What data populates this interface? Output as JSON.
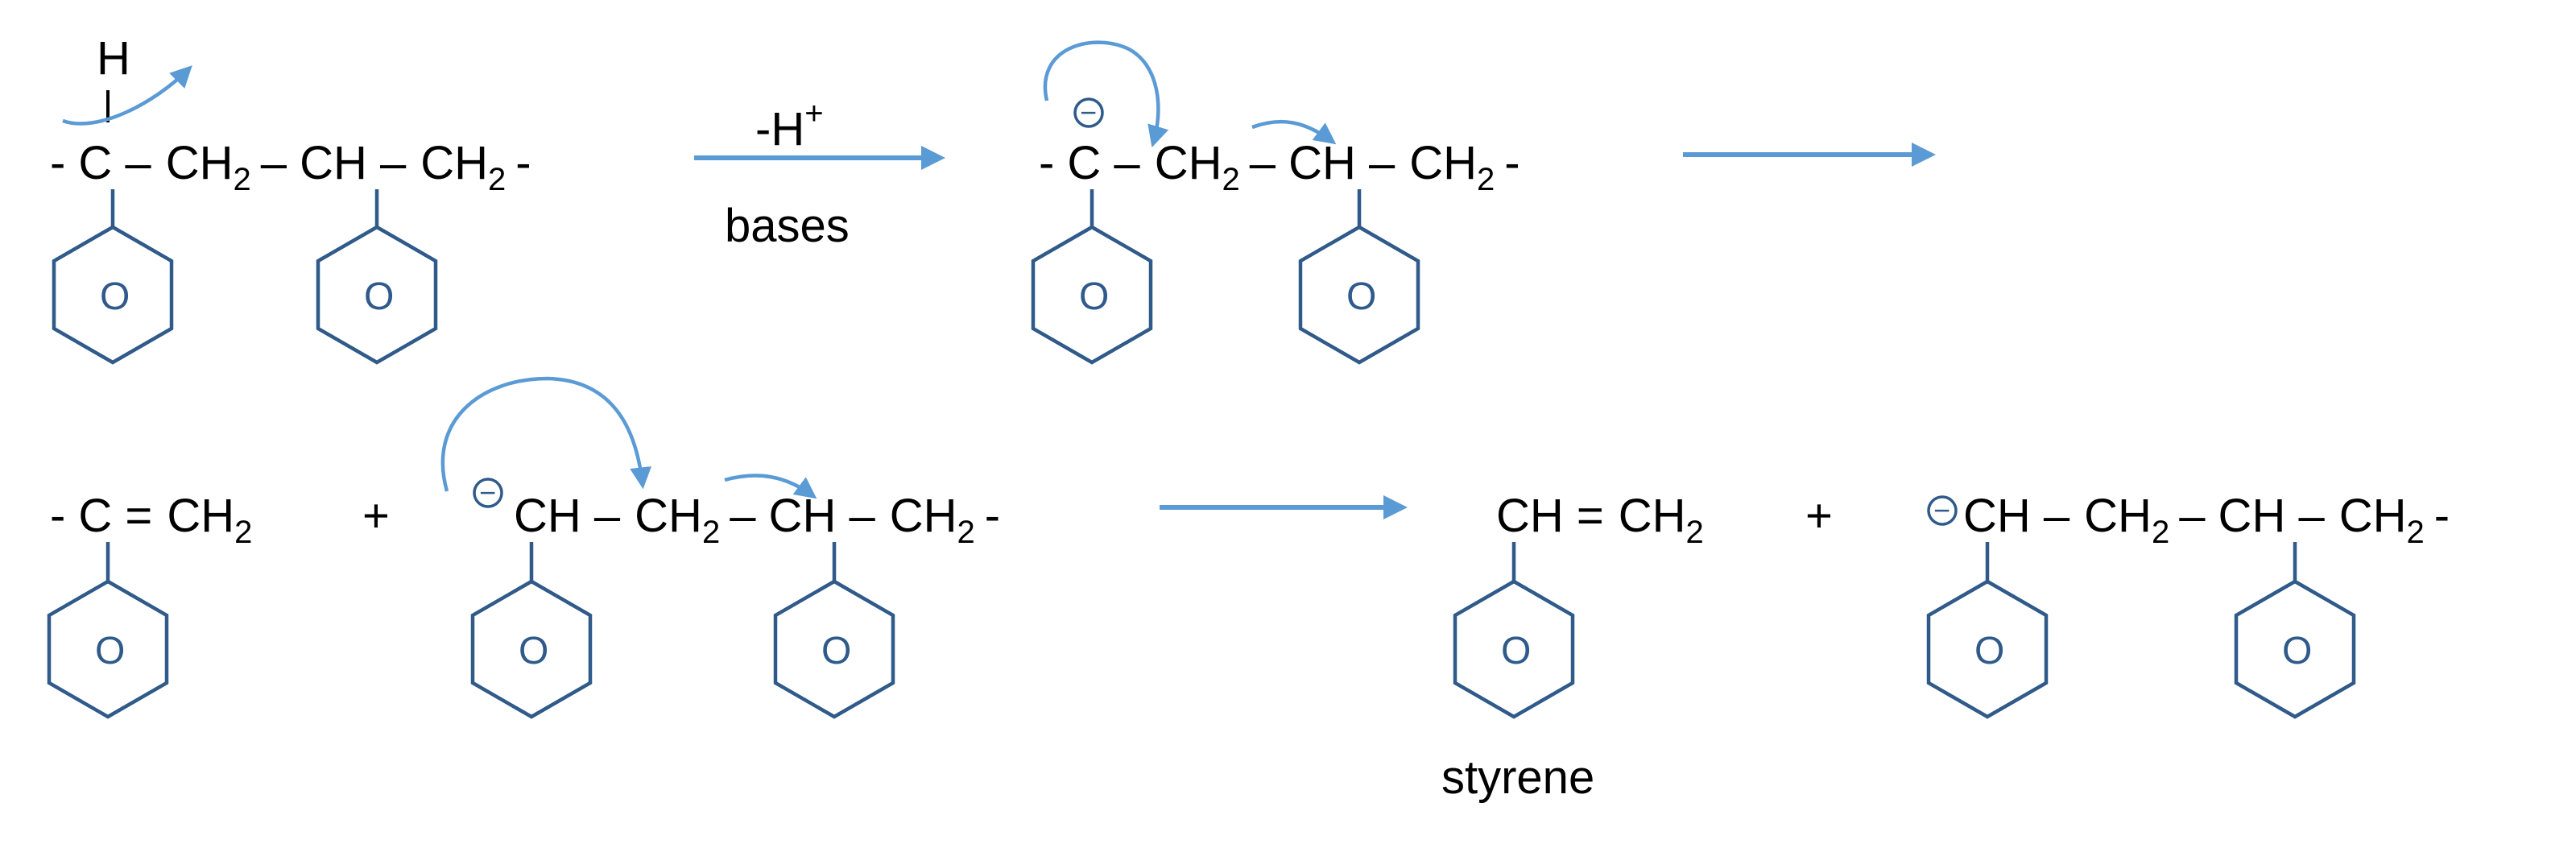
{
  "diagram": {
    "row1": {
      "start": {
        "abstracted_h": "H",
        "chain": [
          "-",
          "C",
          "–",
          "CH",
          "2",
          "–",
          "CH",
          "–",
          "CH",
          "2",
          "-"
        ],
        "formula_parts": {
          "t1": "- C –",
          "t2": "CH",
          "t3": "2",
          "t4": "– CH –",
          "t5": "CH",
          "t6": "2",
          "t7": "-"
        }
      },
      "reagent": {
        "above": "-H",
        "above_sup": "+",
        "below": "bases"
      },
      "carbanion": {
        "t1": "- C –",
        "t2": "CH",
        "t3": "2",
        "t4": "– CH –",
        "t5": "CH",
        "t6": "2",
        "t7": "-"
      }
    },
    "row2": {
      "alkene_end": {
        "t1": "- C =",
        "t2": "CH",
        "t3": "2"
      },
      "plus1": "+",
      "new_carbanion": {
        "t1": "CH –",
        "t2": "CH",
        "t3": "2",
        "t4": "– CH –",
        "t5": "CH",
        "t6": "2",
        "t7": "-"
      },
      "styrene": {
        "t1": "CH =",
        "t2": "CH",
        "t3": "2",
        "label": "styrene"
      },
      "plus2": "+",
      "product_carbanion": {
        "t1": "CH –",
        "t2": "CH",
        "t3": "2",
        "t4": "– CH –",
        "t5": "CH",
        "t6": "2",
        "t7": "-"
      }
    },
    "ring_label": "O",
    "charge_symbol": "−",
    "colors": {
      "arrow": "#5b9bd5",
      "ring": "#2f5a8a",
      "text": "#000000"
    }
  }
}
